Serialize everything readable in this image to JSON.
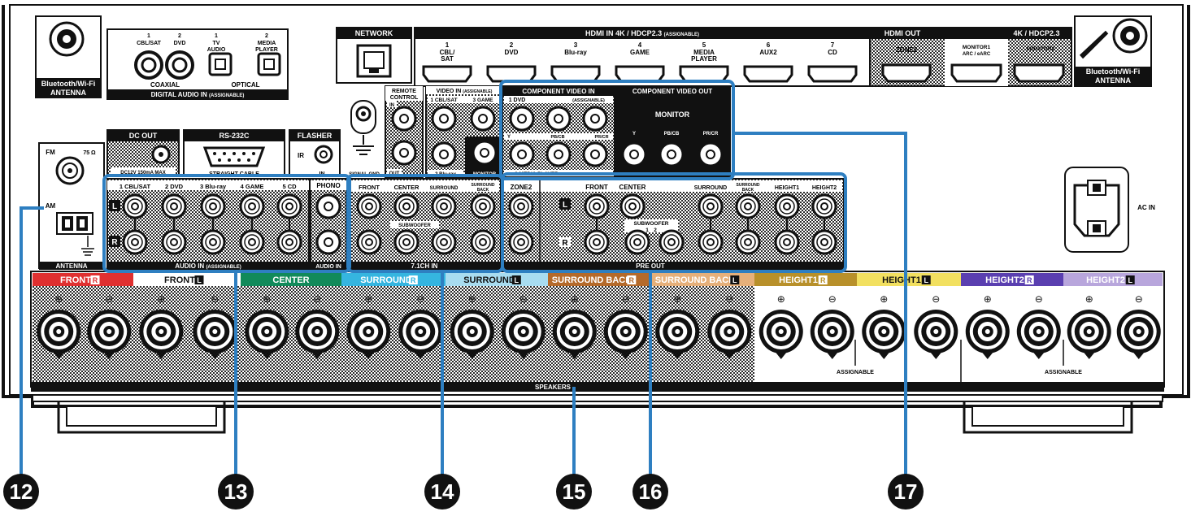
{
  "colors": {
    "callout_blue": "#2e7fc1",
    "front_r": "#e03030",
    "center_green": "#118a5a",
    "surround_cyan": "#35b5e0",
    "surround_back_brown": "#b56a2a",
    "surround_back_light": "#e6b07a",
    "height1_gold": "#b8902a",
    "height1_yellow": "#f2e060",
    "height2_purple": "#5a3fb0",
    "height2_lilac": "#b8a6dc"
  },
  "antenna_top_left": {
    "label_1": "Bluetooth/Wi-Fi",
    "label_2": "ANTENNA"
  },
  "antenna_top_right": {
    "label_1": "Bluetooth/Wi-Fi",
    "label_2": "ANTENNA"
  },
  "digital_audio": {
    "title": "DIGITAL AUDIO IN",
    "assignable": "(ASSIGNABLE)",
    "coaxial": "COAXIAL",
    "optical": "OPTICAL",
    "inputs": [
      {
        "num": "1",
        "name": "CBL/SAT"
      },
      {
        "num": "2",
        "name": "DVD"
      },
      {
        "num": "1",
        "name": "TV",
        "name2": "AUDIO"
      },
      {
        "num": "2",
        "name": "MEDIA",
        "name2": "PLAYER"
      }
    ]
  },
  "network": {
    "title": "NETWORK"
  },
  "hdmi_in": {
    "title": "HDMI IN",
    "spec": "4K / HDCP2.3",
    "assignable": "(ASSIGNABLE)",
    "inputs": [
      {
        "num": "1",
        "name": "CBL/",
        "name2": "SAT"
      },
      {
        "num": "2",
        "name": "DVD",
        "name2": ""
      },
      {
        "num": "3",
        "name": "Blu-ray",
        "name2": ""
      },
      {
        "num": "4",
        "name": "GAME",
        "name2": ""
      },
      {
        "num": "5",
        "name": "MEDIA",
        "name2": "PLAYER"
      },
      {
        "num": "6",
        "name": "AUX2",
        "name2": ""
      },
      {
        "num": "7",
        "name": "CD",
        "name2": ""
      }
    ]
  },
  "hdmi_out": {
    "title": "HDMI OUT",
    "spec": "4K / HDCP2.3",
    "zone2": "ZONE2",
    "monitor1": "MONITOR1",
    "monitor1_sub": "ARC / eARC",
    "monitor2": "MONITOR2"
  },
  "dc_out": {
    "title": "DC OUT",
    "spec": "DC12V 150mA MAX"
  },
  "rs232c": {
    "title": "RS-232C",
    "sub": "STRAIGHT CABLE"
  },
  "flasher": {
    "title": "FLASHER",
    "ir": "IR",
    "in": "IN"
  },
  "signal_gnd": "SIGNAL GND",
  "remote_control": {
    "title_1": "REMOTE",
    "title_2": "CONTROL",
    "in": "IN",
    "out": "OUT"
  },
  "video_in": {
    "title": "VIDEO IN",
    "assignable": "(ASSIGNABLE)",
    "cbl": "1 CBL/SAT",
    "game": "3 GAME",
    "bluray": "2 Blu-ray",
    "monitor": "MONITOR"
  },
  "component_in": {
    "title": "COMPONENT VIDEO IN",
    "assignable": "(ASSIGNABLE)",
    "dvd": "1  DVD",
    "y": "Y",
    "pb": "PB/CB",
    "pr": "PR/CR",
    "media": "2  MEDIA PLAYER"
  },
  "component_out": {
    "title": "COMPONENT VIDEO OUT",
    "monitor": "MONITOR",
    "y": "Y",
    "pb": "PB/CB",
    "pr": "PR/CR"
  },
  "antenna_section": {
    "fm": "FM",
    "ohm": "75 Ω",
    "am": "AM",
    "title": "ANTENNA"
  },
  "audio_in": {
    "title": "AUDIO IN",
    "assignable": "(ASSIGNABLE)",
    "labels": [
      "1 CBL/SAT",
      "2 DVD",
      "3 Blu-ray",
      "4 GAME",
      "5 CD"
    ],
    "phono": "PHONO",
    "phono_title": "AUDIO IN",
    "l": "L",
    "r": "R"
  },
  "ch71_in": {
    "title": "7.1CH IN",
    "front": "FRONT",
    "center": "CENTER",
    "surround": "SURROUND",
    "surround_back_1": "SURROUND",
    "surround_back_2": "BACK",
    "subwoofer": "SUBWOOFER"
  },
  "pre_out": {
    "title": "PRE OUT",
    "zone2": "ZONE2",
    "front": "FRONT",
    "center": "CENTER",
    "surround": "SURROUND",
    "surround_back_1": "SURROUND",
    "surround_back_2": "BACK",
    "height1": "HEIGHT1",
    "height2": "HEIGHT2",
    "subwoofer": "SUBWOOFER",
    "sub1": "1",
    "sub2": "2",
    "l": "L",
    "r": "R"
  },
  "ac_in": "AC IN",
  "speakers": {
    "title": "SPEAKERS",
    "assignable": "ASSIGNABLE",
    "channels": [
      {
        "name": "FRONT",
        "side": "R"
      },
      {
        "name": "FRONT",
        "side": "L"
      },
      {
        "name": "CENTER",
        "side": ""
      },
      {
        "name": "SURROUND",
        "side": "R"
      },
      {
        "name": "SURROUND",
        "side": "L"
      },
      {
        "name": "SURROUND BACK",
        "side": "R"
      },
      {
        "name": "SURROUND BACK",
        "side": "L"
      },
      {
        "name": "HEIGHT1",
        "side": "R"
      },
      {
        "name": "HEIGHT1",
        "side": "L"
      },
      {
        "name": "HEIGHT2",
        "side": "R"
      },
      {
        "name": "HEIGHT2",
        "side": "L"
      }
    ],
    "plus": "⊕",
    "minus": "⊖"
  },
  "callouts": [
    "12",
    "13",
    "14",
    "15",
    "16",
    "17"
  ]
}
